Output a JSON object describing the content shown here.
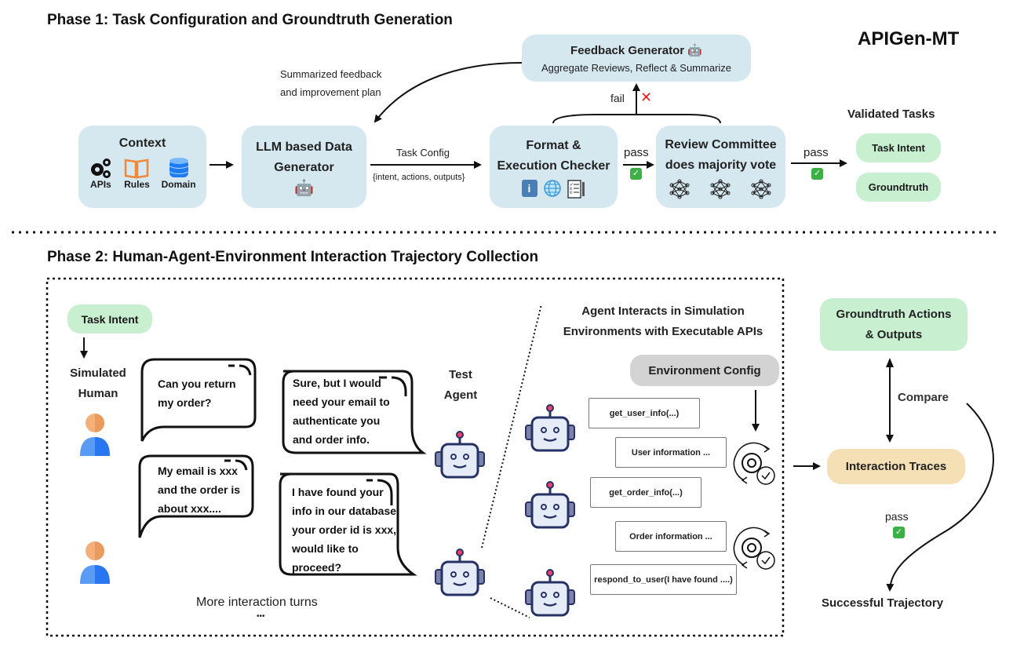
{
  "brand": "APIGen-MT",
  "phase1": {
    "title": "Phase 1: Task Configuration and Groundtruth Generation",
    "context": {
      "title": "Context",
      "items": [
        {
          "icon": "gears-icon",
          "label": "APIs"
        },
        {
          "icon": "book-icon",
          "label": "Rules"
        },
        {
          "icon": "database-icon",
          "label": "Domain"
        }
      ]
    },
    "generator": {
      "line1": "LLM based Data",
      "line2": "Generator",
      "icon": "robot-icon"
    },
    "task_config": {
      "label": "Task Config",
      "sublabel": "{intent, actions, outputs}"
    },
    "checker": {
      "line1": "Format &",
      "line2": "Execution Checker",
      "icons": [
        "info-icon",
        "globe-icon",
        "checklist-icon"
      ]
    },
    "pass1": "pass",
    "committee": {
      "line1": "Review Committee",
      "line2": "does majority vote",
      "icons": [
        "neural-net-icon",
        "neural-net-icon",
        "neural-net-icon"
      ]
    },
    "pass2": "pass",
    "fail": "fail",
    "feedback": {
      "title": "Feedback Generator",
      "subtitle": "Aggregate Reviews, Reflect & Summarize"
    },
    "feedback_note": {
      "line1": "Summarized feedback",
      "line2": "and improvement plan"
    },
    "validated": {
      "title": "Validated Tasks",
      "items": [
        "Task Intent",
        "Groundtruth"
      ]
    }
  },
  "phase2": {
    "title": "Phase 2: Human-Agent-Environment Interaction Trajectory Collection",
    "task_intent": "Task Intent",
    "simulated_human": {
      "line1": "Simulated",
      "line2": "Human"
    },
    "test_agent": {
      "line1": "Test",
      "line2": "Agent"
    },
    "human_msgs": [
      [
        "Can you return",
        "my order?"
      ],
      [
        "My email is xxx",
        "and the order is",
        "about xxx...."
      ]
    ],
    "agent_msgs": [
      [
        "Sure, but I would",
        "need your email to",
        "authenticate you",
        "and order info."
      ],
      [
        "I have found your",
        "info in our database,",
        "your order id is xxx,",
        "would like to",
        "proceed?"
      ]
    ],
    "more_turns": "More interaction turns",
    "ellipsis": "•••",
    "env": {
      "title_line1": "Agent Interacts in Simulation",
      "title_line2": "Environments with Executable APIs",
      "config": "Environment Config",
      "calls": [
        "get_user_info(...)",
        "User information ...",
        "get_order_info(...)",
        "Order information ...",
        "respond_to_user(I have found ....)"
      ]
    },
    "groundtruth": {
      "line1": "Groundtruth Actions",
      "line2": "& Outputs"
    },
    "compare": "Compare",
    "traces": "Interaction Traces",
    "pass": "pass",
    "success": "Successful Trajectory"
  },
  "colors": {
    "blue_box": "#d5e8ef",
    "green_box": "#c8f0d0",
    "tan_box": "#f5dfb4",
    "gray_box": "#d3d3d3",
    "check_green": "#3cb043",
    "fail_red": "#e02020"
  }
}
